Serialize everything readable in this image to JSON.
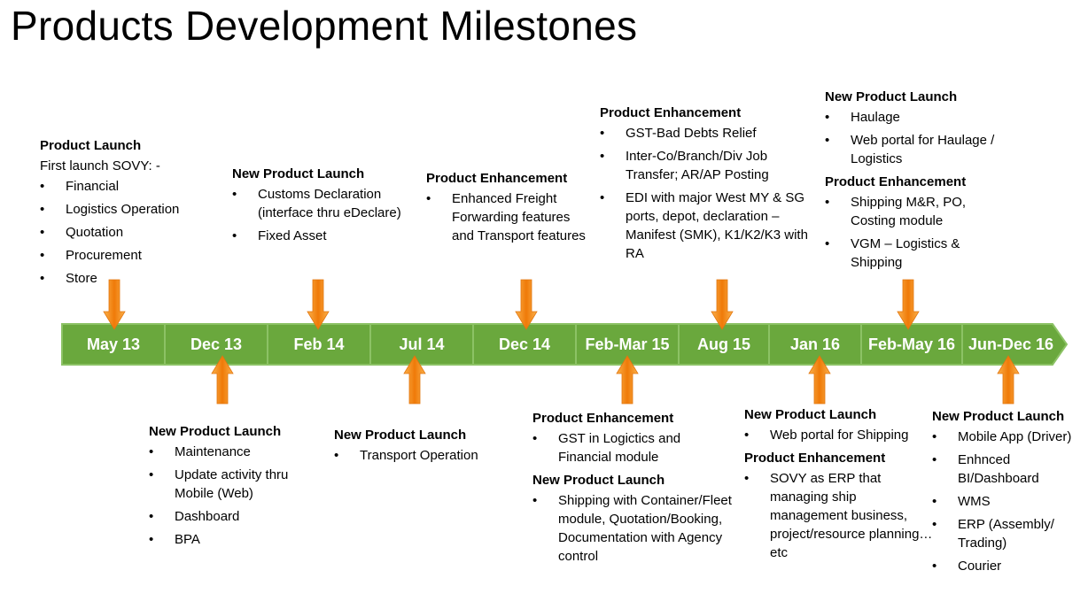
{
  "title": "Products Development Milestones",
  "timeline": {
    "colors": {
      "fill": "#6aa83d",
      "border": "#8cc265",
      "arrow_light": "#fbb04a",
      "arrow_dark": "#ef7a08"
    },
    "milestones": [
      {
        "label": "May 13",
        "direction": "above",
        "groups": [
          {
            "title": "Product Launch",
            "subtitle": "First launch SOVY: -",
            "items": [
              "Financial",
              "Logistics Operation",
              "Quotation",
              "Procurement",
              "Store"
            ]
          }
        ]
      },
      {
        "label": "Dec 13",
        "direction": "below",
        "groups": [
          {
            "title": "New Product Launch",
            "items": [
              "Maintenance",
              "Update activity thru Mobile (Web)",
              "Dashboard",
              "BPA"
            ]
          }
        ]
      },
      {
        "label": "Feb 14",
        "direction": "above",
        "groups": [
          {
            "title": "New Product Launch",
            "items": [
              "Customs Declaration (interface thru eDeclare)",
              "Fixed Asset"
            ]
          }
        ]
      },
      {
        "label": "Jul 14",
        "direction": "below",
        "groups": [
          {
            "title": "New Product Launch",
            "items": [
              "Transport Operation"
            ]
          }
        ]
      },
      {
        "label": "Dec 14",
        "direction": "above",
        "groups": [
          {
            "title": "Product Enhancement",
            "items": [
              "Enhanced Freight Forwarding features and Transport features"
            ]
          }
        ]
      },
      {
        "label": "Feb-Mar 15",
        "direction": "below",
        "groups": [
          {
            "title": "Product Enhancement",
            "items": [
              "GST in Logictics and Financial  module"
            ]
          },
          {
            "title": "New Product Launch",
            "items": [
              "Shipping with Container/Fleet module, Quotation/Booking, Documentation with Agency control"
            ]
          }
        ]
      },
      {
        "label": "Aug 15",
        "direction": "above",
        "groups": [
          {
            "title": "Product Enhancement",
            "items": [
              "GST-Bad Debts Relief",
              "Inter-Co/Branch/Div Job Transfer; AR/AP Posting",
              "EDI with major West MY & SG ports, depot, declaration – Manifest (SMK), K1/K2/K3 with RA"
            ]
          }
        ]
      },
      {
        "label": "Jan 16",
        "direction": "below",
        "groups": [
          {
            "title": "New Product Launch",
            "items": [
              "Web portal for Shipping"
            ]
          },
          {
            "title": "Product Enhancement",
            "items": [
              "SOVY as ERP that managing ship management business, project/resource planning…etc"
            ]
          }
        ]
      },
      {
        "label": "Feb-May 16",
        "direction": "above",
        "groups": [
          {
            "title": "New Product Launch",
            "items": [
              "Haulage",
              "Web portal for Haulage / Logistics"
            ]
          },
          {
            "title": "Product Enhancement",
            "items": [
              "Shipping M&R, PO, Costing module",
              "VGM – Logistics & Shipping"
            ]
          }
        ]
      },
      {
        "label": "Jun-Dec 16",
        "direction": "below",
        "groups": [
          {
            "title": "New Product Launch",
            "items": [
              "Mobile App (Driver)",
              "Enhnced BI/Dashboard",
              "WMS",
              "ERP (Assembly/ Trading)",
              "Courier"
            ]
          }
        ]
      }
    ]
  }
}
